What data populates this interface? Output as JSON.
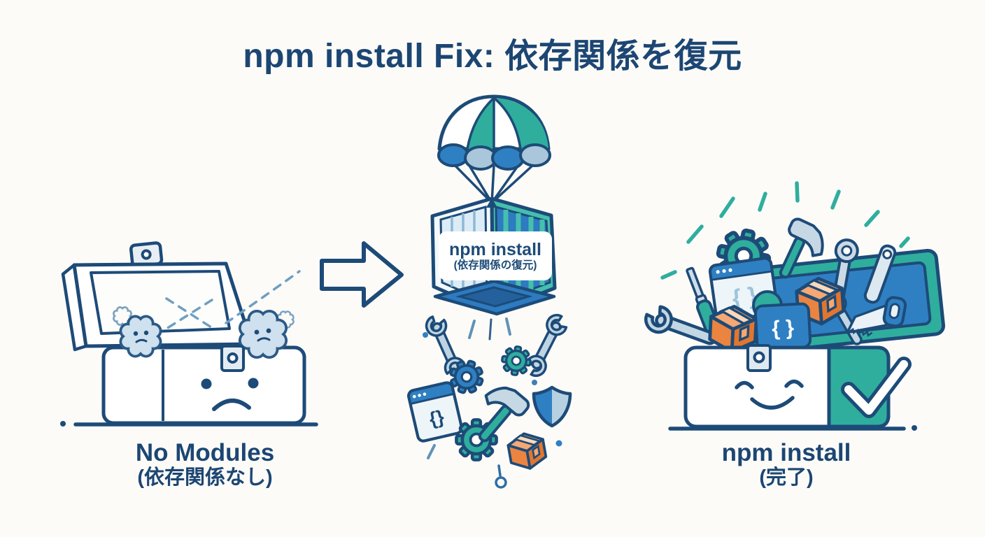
{
  "title": "npm install Fix: 依存関係を復元",
  "scenes": {
    "left": {
      "caption_line1": "No Modules",
      "caption_line2": "(依存関係なし)"
    },
    "middle": {
      "package_label_line1": "npm install",
      "package_label_line2": "(依存関係の復元)"
    },
    "right": {
      "caption_line1": "npm install",
      "caption_line2": "(完了)"
    }
  },
  "glyphs": {
    "code_braces": "{}",
    "code_braces_spaced": "{ }"
  },
  "colors": {
    "navy": "#1d4b78",
    "text_navy": "#1c4673",
    "teal": "#2fae9e",
    "teal_light": "#45bfae",
    "blue": "#2f80c3",
    "blue_dark": "#24619c",
    "steel": "#c2d6e3",
    "steel_light": "#dce8f0",
    "pale": "#eef5f9",
    "light_blue": "#a9c6da",
    "dash_blue": "#6f9fc2",
    "orange": "#ea8440",
    "orange_light": "#f5a873",
    "background": "#fcfbf8"
  }
}
